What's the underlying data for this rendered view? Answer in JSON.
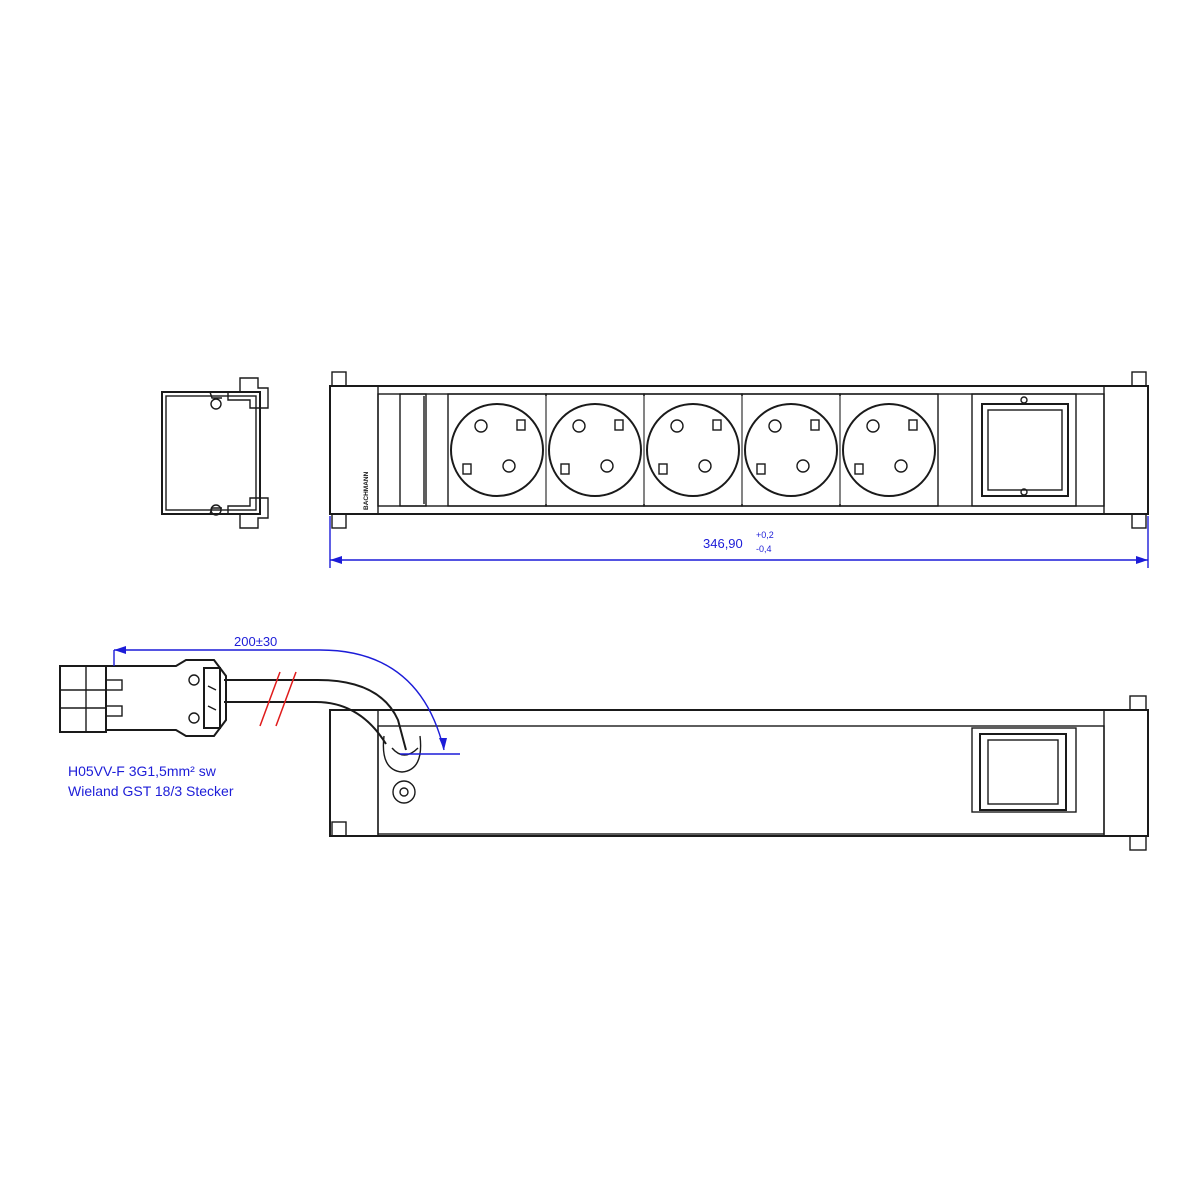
{
  "dimensions": {
    "length_value": "346,90",
    "length_tol_upper": "+0,2",
    "length_tol_lower": "-0,4",
    "cable_length": "200±30"
  },
  "cable_note": {
    "line1": "H05VV-F 3G1,5mm² sw",
    "line2": "Wieland GST 18/3 Stecker"
  },
  "front_view": {
    "brand_text": "BACHMANN",
    "socket_count": 5
  },
  "colors": {
    "outline": "#1a1a1a",
    "dimension": "#1c1cd8",
    "break_mark": "#e01b1b",
    "hidden": "#8a8a8a"
  }
}
